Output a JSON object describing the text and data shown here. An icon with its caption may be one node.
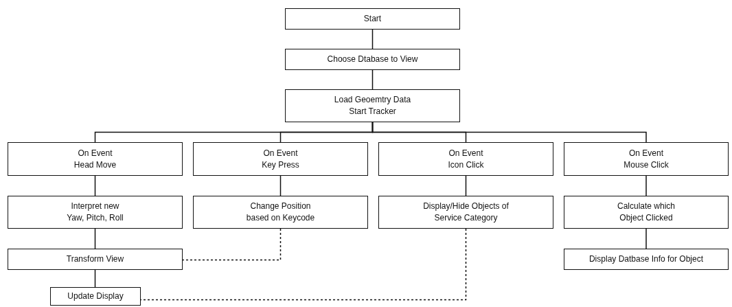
{
  "diagram": {
    "nodes": [
      {
        "text": [
          "Start"
        ]
      },
      {
        "text": [
          "Choose Dtabase to View"
        ]
      },
      {
        "text": [
          "Load  Geoemtry Data Start Tracker"
        ]
      },
      {
        "text": [
          "On Event Head Move"
        ]
      },
      {
        "text": [
          "On Event Key Press"
        ]
      },
      {
        "text": [
          "On Event Icon Click"
        ]
      },
      {
        "text": [
          "On Event Mouse Click"
        ]
      },
      {
        "text": [
          "Interpret new Yaw, Pitch, Roll"
        ]
      },
      {
        "text": [
          "Change Position based on Keycode"
        ]
      },
      {
        "text": [
          "Display/Hide Objects of Service Category"
        ]
      },
      {
        "text": [
          "Calculate which Object Clicked"
        ]
      },
      {
        "text": [
          "Transform View"
        ]
      },
      {
        "text": [
          "Update Display"
        ]
      },
      {
        "text": [
          "Display Datbase Info for Object"
        ]
      }
    ],
    "edges": [
      {
        "from": 0,
        "to": 1,
        "arrow": "none"
      },
      {
        "from": 1,
        "to": 2,
        "arrow": "none"
      },
      {
        "from": 2,
        "to": 3,
        "arrow": "none"
      },
      {
        "from": 2,
        "to": 4,
        "arrow": "none"
      },
      {
        "from": 2,
        "to": 5,
        "arrow": "none"
      },
      {
        "from": 2,
        "to": 6,
        "arrow": "none"
      },
      {
        "from": 3,
        "to": 7,
        "arrow": "none"
      },
      {
        "from": 4,
        "to": 8,
        "arrow": "none"
      },
      {
        "from": 5,
        "to": 9,
        "arrow": "none"
      },
      {
        "from": 6,
        "to": 10,
        "arrow": "none"
      },
      {
        "from": 7,
        "to": 11,
        "arrow": "none"
      },
      {
        "from": 11,
        "to": 12,
        "arrow": "none"
      },
      {
        "from": 10,
        "to": 13,
        "arrow": "none"
      },
      {
        "from": 8,
        "to": 11,
        "arrow": "none",
        "style": "dashed"
      },
      {
        "from": 9,
        "to": 12,
        "arrow": "none",
        "style": "dashed"
      }
    ]
  }
}
